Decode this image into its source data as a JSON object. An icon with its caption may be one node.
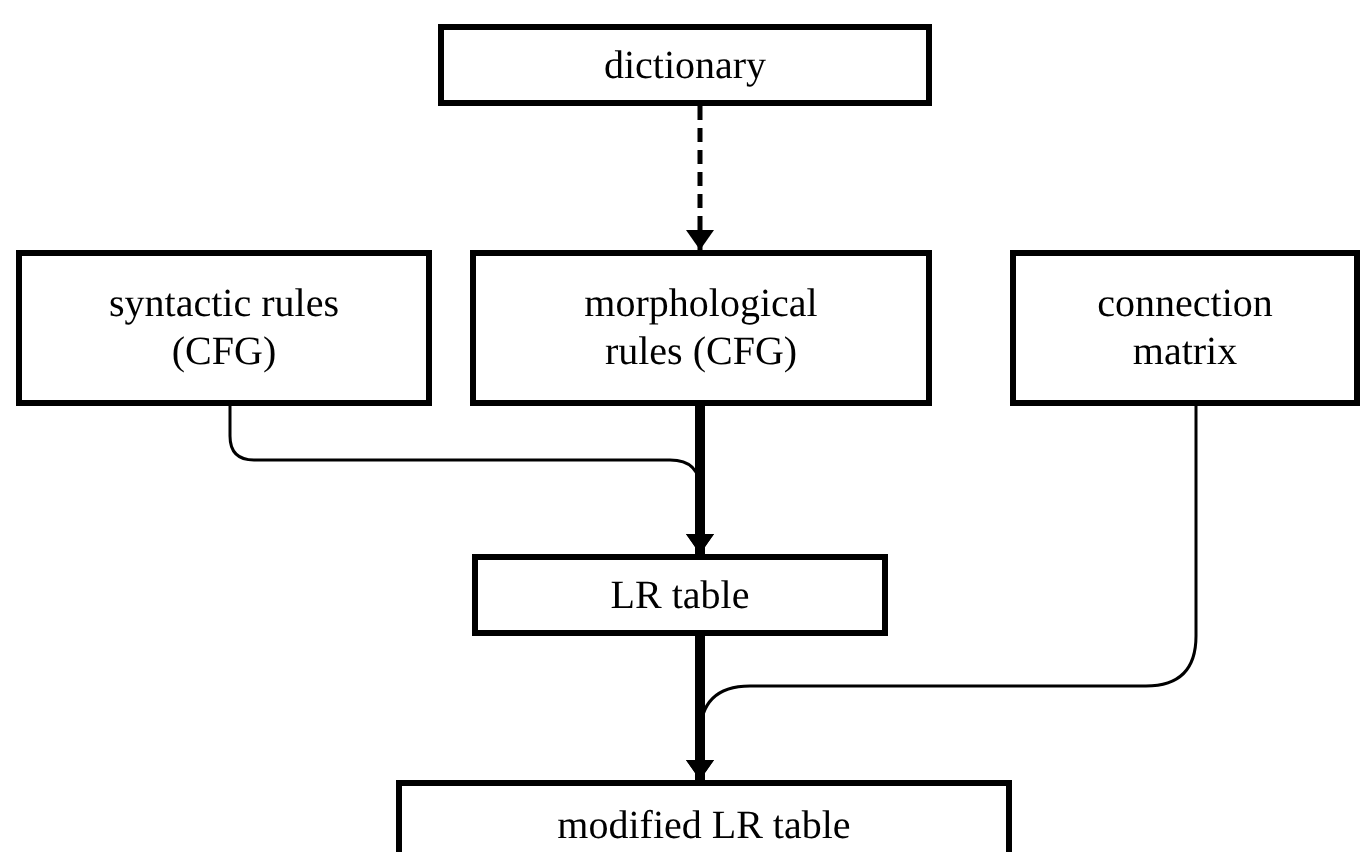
{
  "diagram": {
    "nodes": [
      {
        "text": [
          "dictionary"
        ]
      },
      {
        "text": [
          "syntactic rules (CFG)"
        ]
      },
      {
        "text": [
          "morphological rules (CFG)"
        ]
      },
      {
        "text": [
          "connection matrix"
        ]
      },
      {
        "text": [
          "LR table"
        ]
      },
      {
        "text": [
          "modified LR table"
        ]
      }
    ],
    "edges": [
      {
        "from": 0,
        "to": 2,
        "arrow": "to",
        "style": "dashed"
      },
      {
        "from": 2,
        "to": 4,
        "arrow": "to",
        "style": "thick"
      },
      {
        "from": 1,
        "to": 4,
        "arrow": "to"
      },
      {
        "from": 4,
        "to": 5,
        "arrow": "to",
        "style": "thick"
      },
      {
        "from": 3,
        "to": 5,
        "arrow": "to"
      }
    ]
  }
}
